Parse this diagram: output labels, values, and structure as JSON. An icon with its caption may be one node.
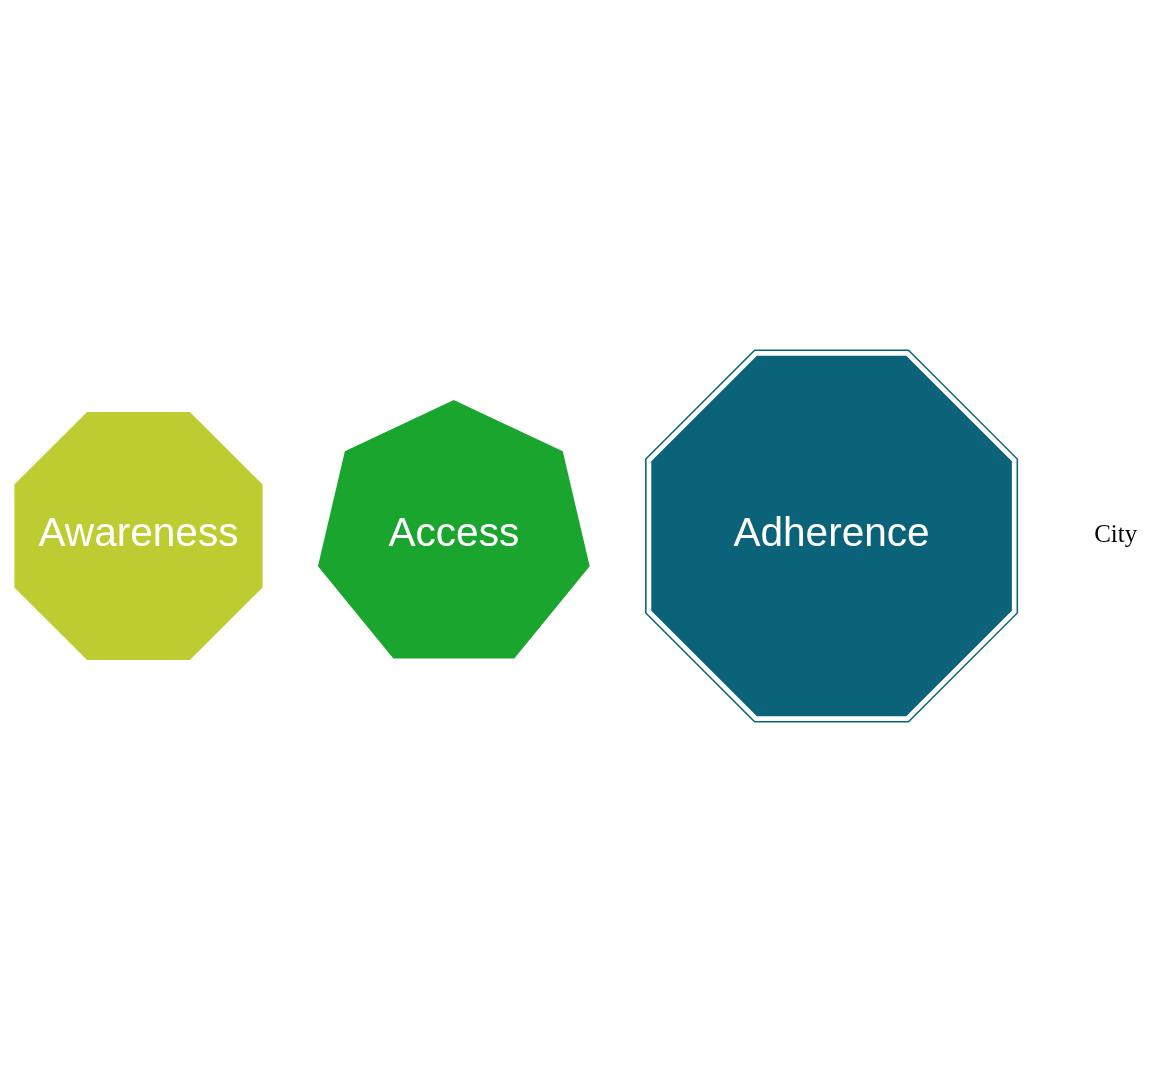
{
  "diagram": {
    "nodes": [
      {
        "text": [
          "Awareness"
        ]
      },
      {
        "text": [
          "Access"
        ]
      },
      {
        "text": [
          "Adherence"
        ]
      }
    ],
    "labels": [
      "City"
    ]
  }
}
